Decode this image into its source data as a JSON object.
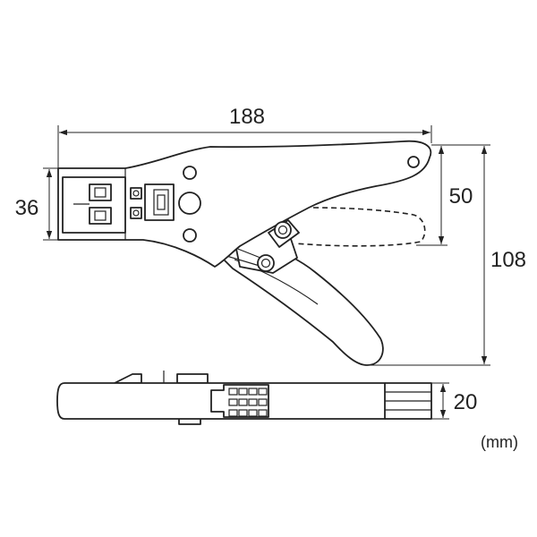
{
  "dimensions": {
    "total_length": "188",
    "head_height": "36",
    "handle_span": "50",
    "total_height": "108",
    "thickness": "20"
  },
  "unit_label": "(mm)"
}
